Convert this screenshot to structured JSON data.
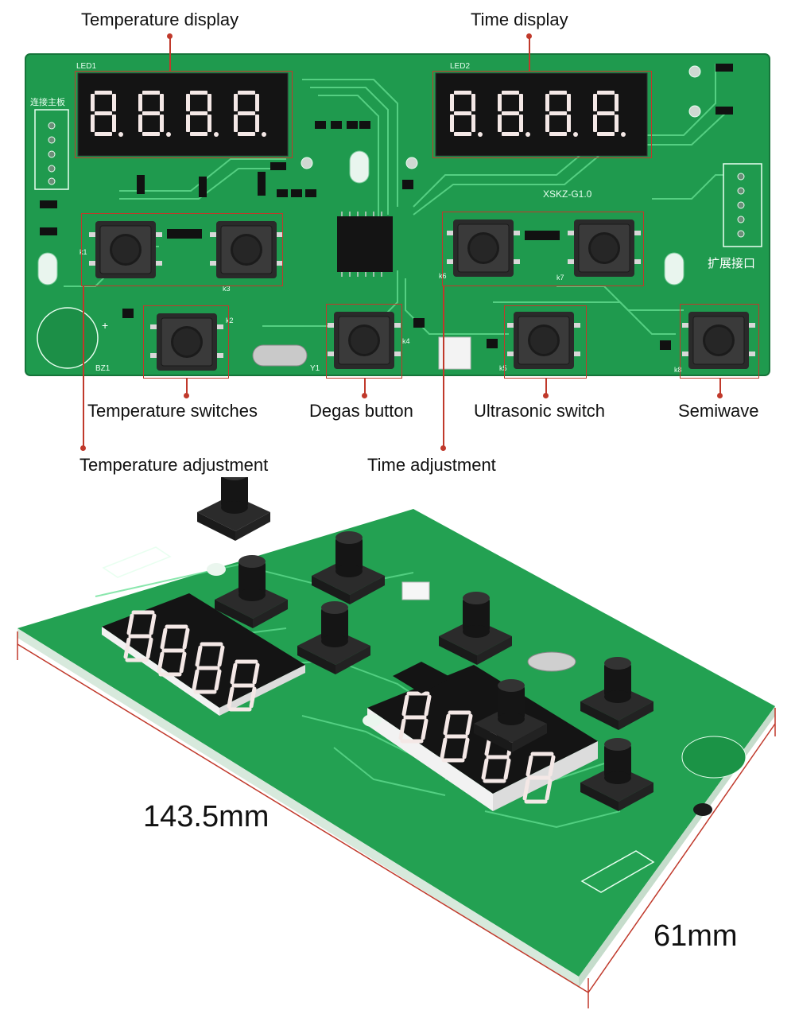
{
  "callouts": {
    "temperature_display": "Temperature display",
    "time_display": "Time display",
    "temperature_switches": "Temperature switches",
    "degas_button": "Degas button",
    "ultrasonic_switch": "Ultrasonic switch",
    "semiwave": "Semiwave",
    "temperature_adjustment": "Temperature adjustment",
    "time_adjustment": "Time adjustment"
  },
  "board": {
    "model": "XSKZ-G1.0",
    "led1": "LED1",
    "led2": "LED2",
    "main_connector": "连接主板",
    "expansion_port": "扩展接口",
    "buzzer": "BZ1",
    "crystal": "Y1",
    "keys": [
      "k1",
      "k3",
      "k6",
      "k7",
      "k2",
      "k4",
      "k5",
      "k8"
    ]
  },
  "dimensions": {
    "length": "143.5mm",
    "width": "61mm"
  },
  "colors": {
    "pcb": "#1f9a4e",
    "trace": "#5fd98c",
    "leader": "#c0392b",
    "display": "#141414",
    "segment": "#f4e8e6"
  }
}
